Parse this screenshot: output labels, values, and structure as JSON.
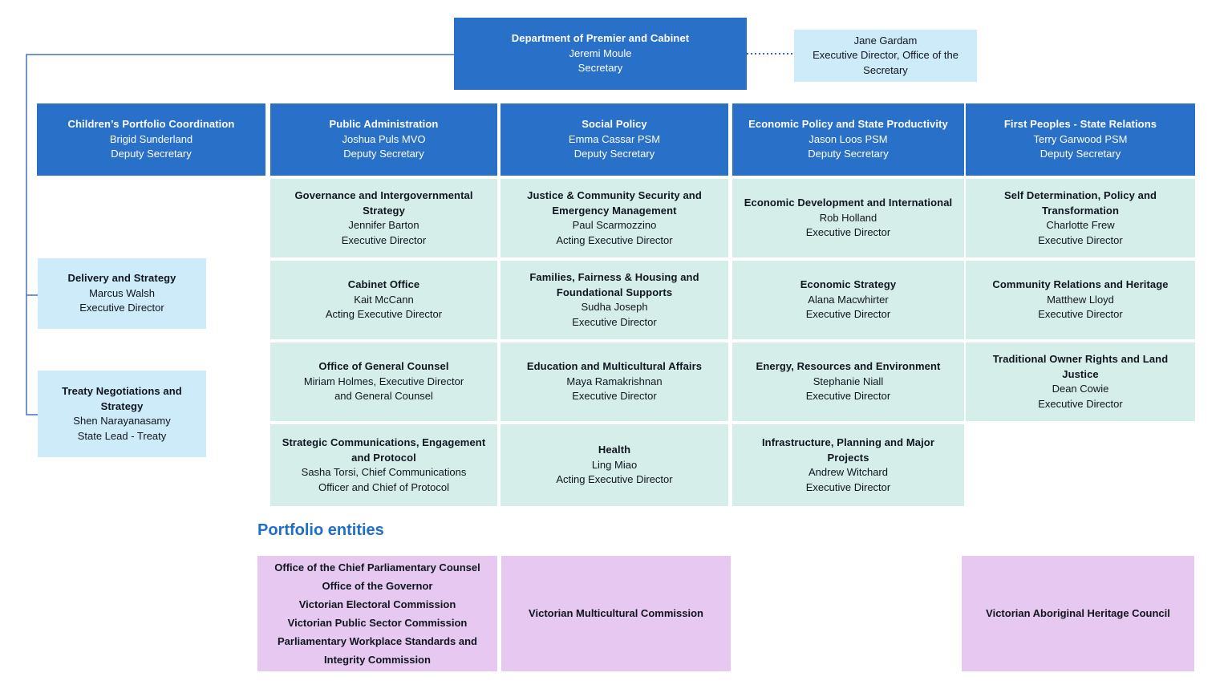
{
  "colors": {
    "division_blue": "#2970c8",
    "light_blue": "#cdebf8",
    "teal": "#d5eee9",
    "purple": "#e6c8f0",
    "heading_blue": "#1f6ec8",
    "connector_blue": "#4472c4"
  },
  "root": {
    "title": "Department of Premier and Cabinet",
    "name": "Jeremi Moule",
    "role": "Secretary"
  },
  "office_of_secretary": {
    "name": "Jane Gardam",
    "role": "Executive Director, Office of the Secretary"
  },
  "left_branch": {
    "boxes": [
      {
        "title": "Delivery and Strategy",
        "name": "Marcus Walsh",
        "role": "Executive Director"
      },
      {
        "title": "Treaty Negotiations and Strategy",
        "name": "Shen Narayanasamy",
        "role": "State Lead - Treaty"
      }
    ]
  },
  "columns": [
    {
      "header": {
        "title": "Children’s Portfolio Coordination",
        "name": "Brigid Sunderland",
        "role": "Deputy Secretary"
      },
      "cells": []
    },
    {
      "header": {
        "title": "Public Administration",
        "name": "Joshua Puls MVO",
        "role": "Deputy Secretary"
      },
      "cells": [
        {
          "title": "Governance and Intergovernmental Strategy",
          "name": "Jennifer Barton",
          "role": "Executive Director"
        },
        {
          "title": "Cabinet Office",
          "name": "Kait McCann",
          "role": "Acting Executive Director"
        },
        {
          "title": "Office of General Counsel",
          "name": "Miriam Holmes, Executive Director",
          "role": "and General Counsel"
        },
        {
          "title": "Strategic Communications, Engagement and Protocol",
          "name": "Sasha Torsi, Chief Communications",
          "role": "Officer and Chief of Protocol"
        }
      ]
    },
    {
      "header": {
        "title": "Social Policy",
        "name": "Emma Cassar PSM",
        "role": "Deputy Secretary"
      },
      "cells": [
        {
          "title": "Justice & Community Security and Emergency Management",
          "name": "Paul Scarmozzino",
          "role": "Acting Executive Director"
        },
        {
          "title": "Families, Fairness & Housing and Foundational Supports",
          "name": "Sudha Joseph",
          "role": "Executive Director"
        },
        {
          "title": "Education and Multicultural Affairs",
          "name": "Maya Ramakrishnan",
          "role": "Executive Director"
        },
        {
          "title": "Health",
          "name": "Ling Miao",
          "role": "Acting Executive Director"
        }
      ]
    },
    {
      "header": {
        "title": "Economic Policy and State Productivity",
        "name": "Jason Loos PSM",
        "role": "Deputy Secretary"
      },
      "cells": [
        {
          "title": "Economic Development and International",
          "name": "Rob Holland",
          "role": "Executive Director"
        },
        {
          "title": "Economic Strategy",
          "name": "Alana Macwhirter",
          "role": "Executive Director"
        },
        {
          "title": "Energy, Resources and Environment",
          "name": "Stephanie Niall",
          "role": "Executive Director"
        },
        {
          "title": "Infrastructure, Planning and Major Projects",
          "name": "Andrew Witchard",
          "role": "Executive Director"
        }
      ]
    },
    {
      "header": {
        "title": "First Peoples - State Relations",
        "name": "Terry Garwood PSM",
        "role": "Deputy Secretary"
      },
      "cells": [
        {
          "title": "Self Determination, Policy and Transformation",
          "name": "Charlotte Frew",
          "role": "Executive Director"
        },
        {
          "title": "Community Relations and Heritage",
          "name": "Matthew Lloyd",
          "role": "Executive Director"
        },
        {
          "title": "Traditional Owner Rights and Land Justice",
          "name": "Dean Cowie",
          "role": "Executive Director"
        }
      ]
    }
  ],
  "portfolio": {
    "heading": "Portfolio entities",
    "boxes": [
      {
        "entities": [
          "Office of the Chief Parliamentary Counsel",
          "Office of the Governor",
          "Victorian Electoral Commission",
          "Victorian Public Sector Commission",
          "Parliamentary Workplace Standards and Integrity Commission"
        ]
      },
      {
        "entities": [
          "Victorian Multicultural Commission"
        ]
      },
      {
        "entities": [
          "Victorian Aboriginal Heritage Council"
        ]
      }
    ]
  }
}
